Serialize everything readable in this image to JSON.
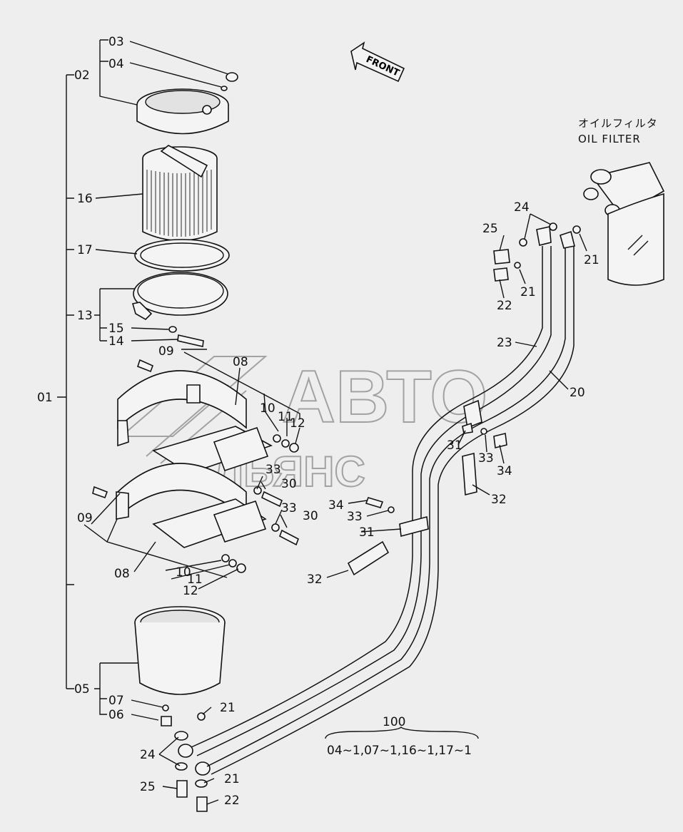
{
  "front_label": "FRONT",
  "oil_filter": {
    "jp": "オイルフィルタ",
    "en": "OIL FILTER"
  },
  "watermark": {
    "line1": "АВТО",
    "line2": "АЛЬЯНС"
  },
  "callouts": {
    "c03": "03",
    "c04": "04",
    "c02": "02",
    "c16": "16",
    "c17": "17",
    "c13": "13",
    "c15": "15",
    "c14": "14",
    "c09a": "09",
    "c08a": "08",
    "c10a": "10",
    "c11a": "11",
    "c12a": "12",
    "c01": "01",
    "c33a": "33",
    "c30a": "30",
    "c09b": "09",
    "c33b": "33",
    "c30b": "30",
    "c08b": "08",
    "c10b": "10",
    "c11b": "11",
    "c12b": "12",
    "c05": "05",
    "c07": "07",
    "c06": "06",
    "c21a": "21",
    "c24a": "24",
    "c21b": "21",
    "c25a": "25",
    "c22a": "22",
    "c24b": "24",
    "c25b": "25",
    "c21c": "21",
    "c21d": "21",
    "c22b": "22",
    "c23": "23",
    "c20": "20",
    "c31a": "31",
    "c33c": "33",
    "c34a": "34",
    "c32a": "32",
    "c34b": "34",
    "c33d": "33",
    "c31b": "31",
    "c32b": "32"
  },
  "kit": {
    "number": "100",
    "contents": "04~1,07~1,16~1,17~1"
  }
}
